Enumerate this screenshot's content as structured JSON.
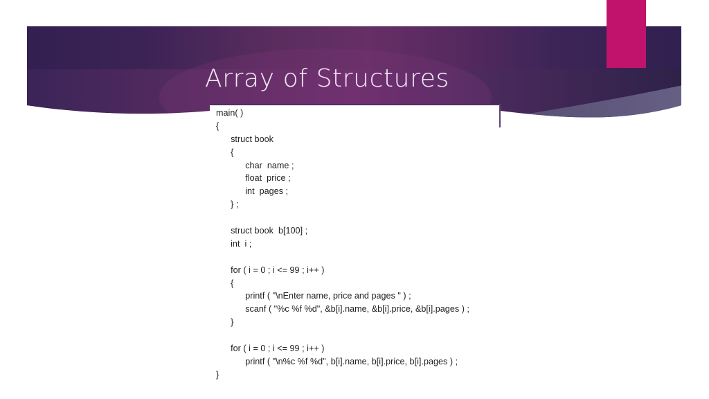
{
  "slide": {
    "title": "Array of Structures",
    "background_color": "#FFFFFF"
  },
  "theme": {
    "banner_dark_purple": "#322050",
    "banner_mid_plum": "#5C2E60",
    "banner_bright_plum": "#6B2C6B",
    "banner_right_indigo": "#382256",
    "accent_magenta": "#C2136C",
    "swoosh_slate_purple": "#5B5578",
    "title_text_color": "#F2E9F2",
    "code_text_color": "#23201F"
  },
  "banner": {
    "accent_bar_name": "magenta-accent-bar",
    "swoosh_name": "curved-swoosh-shape"
  },
  "code_block": {
    "language": "c",
    "lines": [
      "main( )",
      "{",
      "      struct book",
      "      {",
      "            char  name ;",
      "            float  price ;",
      "            int  pages ;",
      "      } ;",
      "",
      "      struct book  b[100] ;",
      "      int  i ;",
      "",
      "      for ( i = 0 ; i <= 99 ; i++ )",
      "      {",
      "            printf ( \"\\nEnter name, price and pages \" ) ;",
      "            scanf ( \"%c %f %d\", &b[i].name, &b[i].price, &b[i].pages ) ;",
      "      }",
      "",
      "      for ( i = 0 ; i <= 99 ; i++ )",
      "            printf ( \"\\n%c %f %d\", b[i].name, b[i].price, b[i].pages ) ;",
      "}"
    ]
  }
}
